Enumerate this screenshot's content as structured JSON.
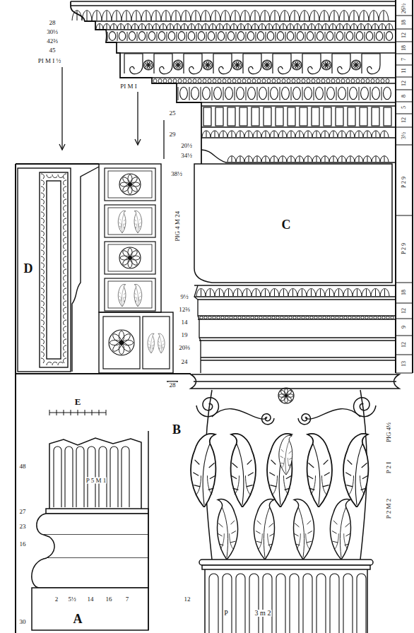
{
  "diagram": {
    "labels": [
      "A",
      "B",
      "C",
      "D",
      "E",
      "28",
      "30⅓",
      "42⅔",
      "45",
      "PI M I ½",
      "PI M I",
      "25",
      "29",
      "20½",
      "34½",
      "38½",
      "PIG 4 M 24",
      "9½",
      "12⅔",
      "14",
      "19",
      "20⅔",
      "24",
      "28",
      "PIG 4½",
      "P 2 I",
      "P 2 M 2",
      "12",
      "P",
      "3 m 2",
      "48",
      "27",
      "23",
      "16",
      "30",
      "P 5 M 1",
      "2",
      "5½",
      "14",
      "16",
      "7",
      "26½",
      "18",
      "12",
      "18",
      "7",
      "11",
      "12",
      "8",
      "5",
      "12",
      "3½",
      "P 2 9",
      "P 2 9",
      "18",
      "12",
      "9",
      "12",
      "13"
    ]
  }
}
